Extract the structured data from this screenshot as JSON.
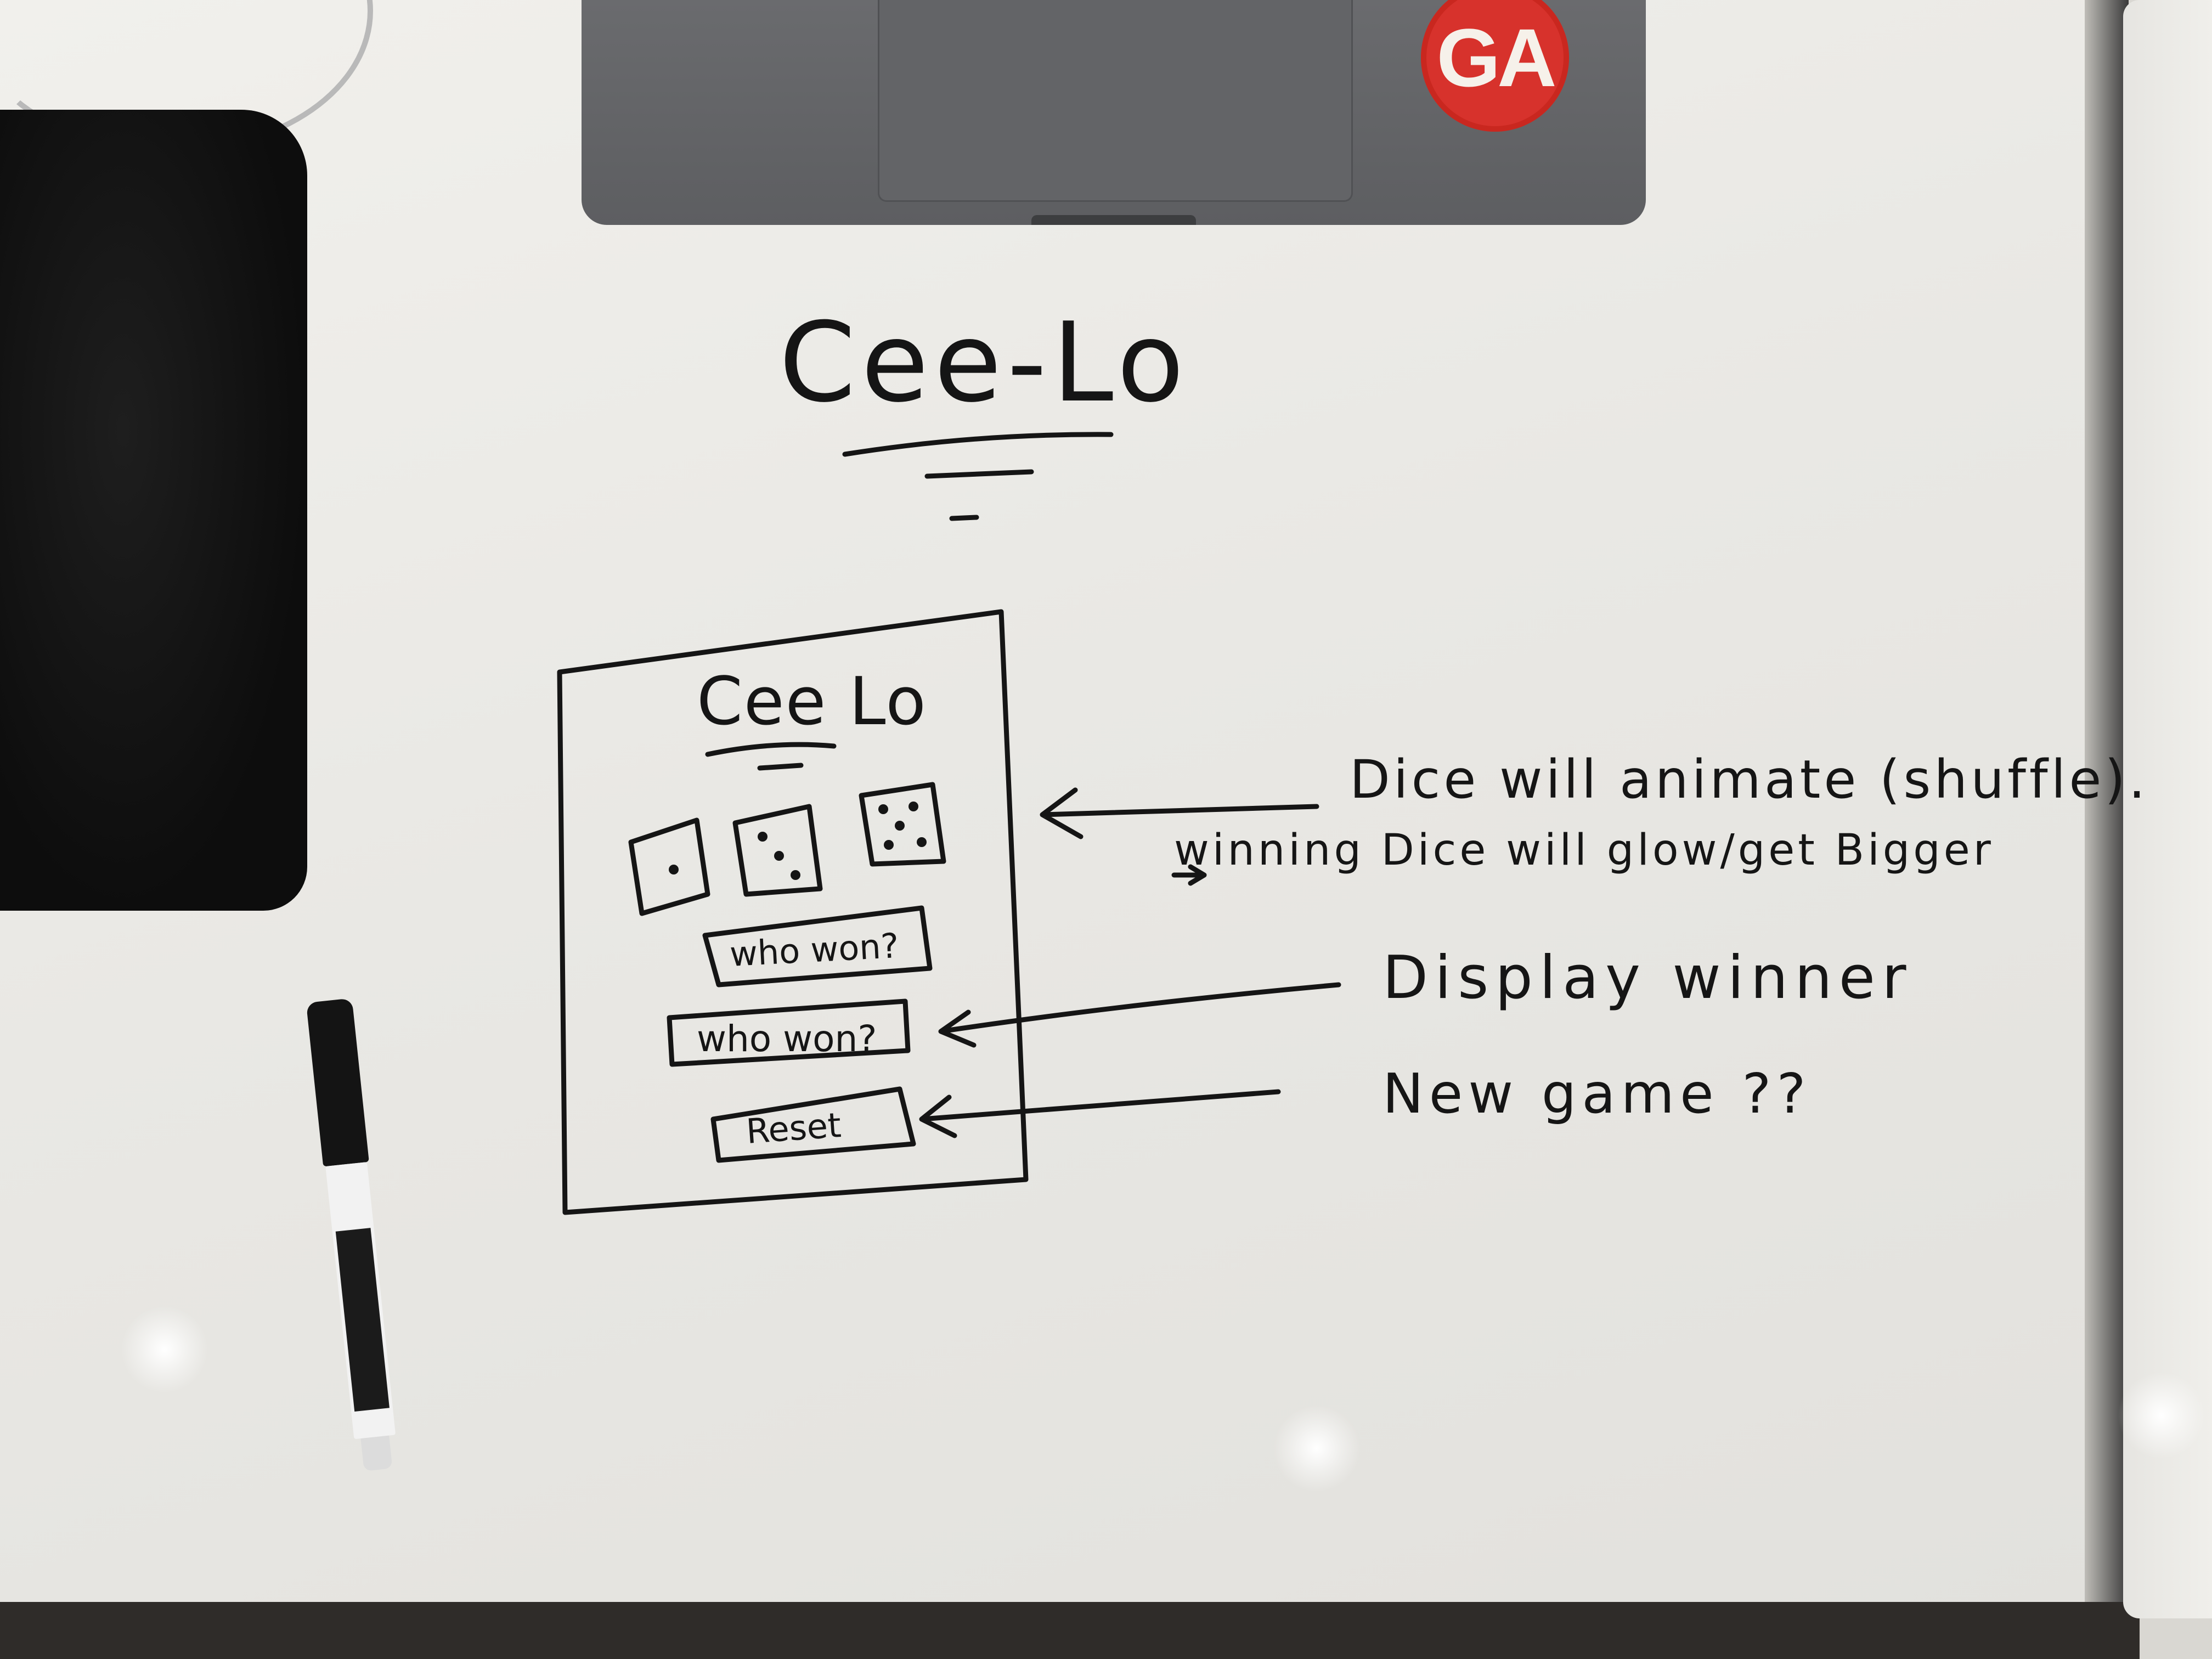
{
  "laptop": {
    "badge_text": "GA"
  },
  "whiteboard": {
    "title": "Cee-Lo",
    "sketch": {
      "title": "Cee Lo",
      "buttons": [
        "who won?",
        "who won?",
        "Reset"
      ]
    },
    "annotations": [
      "Dice will animate (shuffle).",
      "winning Dice will glow/get Bigger",
      "Display winner",
      "New game ??"
    ]
  },
  "colors": {
    "ink": "#151515",
    "badge": "#d7322c",
    "board": "#eeede9"
  }
}
